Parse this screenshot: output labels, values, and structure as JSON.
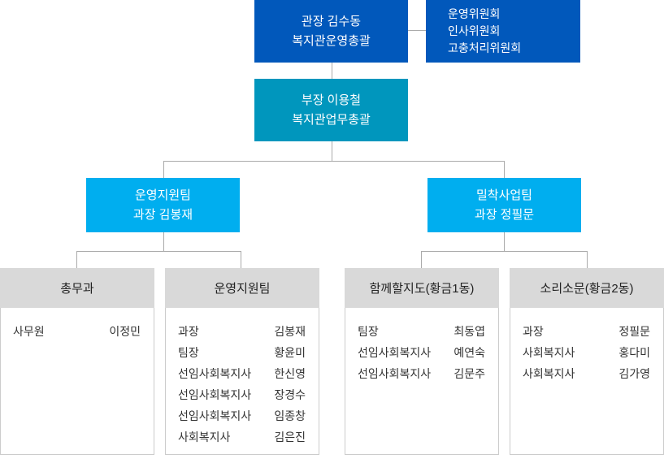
{
  "director": {
    "line1": "관장 김수동",
    "line2": "복지관운영총괄",
    "color": "#0158bb"
  },
  "committees": [
    "운영위원회",
    "인사위원회",
    "고충처리위원회"
  ],
  "deputy": {
    "line1": "부장 이용철",
    "line2": "복지관업무총괄",
    "color": "#0096bd"
  },
  "teams": [
    {
      "line1": "운영지원팀",
      "line2": "과장 김봉재"
    },
    {
      "line1": "밀착사업팀",
      "line2": "과장 정필문"
    }
  ],
  "team_color": "#00aeef",
  "departments": [
    {
      "title": "총무과",
      "members": [
        {
          "role": "사무원",
          "name": "이정민"
        }
      ]
    },
    {
      "title": "운영지원팀",
      "members": [
        {
          "role": "과장",
          "name": "김봉재"
        },
        {
          "role": "팀장",
          "name": "황윤미"
        },
        {
          "role": "선임사회복지사",
          "name": "한신영"
        },
        {
          "role": "선임사회복지사",
          "name": "장경수"
        },
        {
          "role": "선임사회복지사",
          "name": "임종창"
        },
        {
          "role": "사회복지사",
          "name": "김은진"
        }
      ]
    },
    {
      "title": "함께할지도(황금1동)",
      "members": [
        {
          "role": "팀장",
          "name": "최동엽"
        },
        {
          "role": "선임사회복지사",
          "name": "예연숙"
        },
        {
          "role": "선임사회복지사",
          "name": "김문주"
        }
      ]
    },
    {
      "title": "소리소문(황금2동)",
      "members": [
        {
          "role": "과장",
          "name": "정필문"
        },
        {
          "role": "사회복지사",
          "name": "홍다미"
        },
        {
          "role": "사회복지사",
          "name": "김가영"
        }
      ]
    }
  ]
}
